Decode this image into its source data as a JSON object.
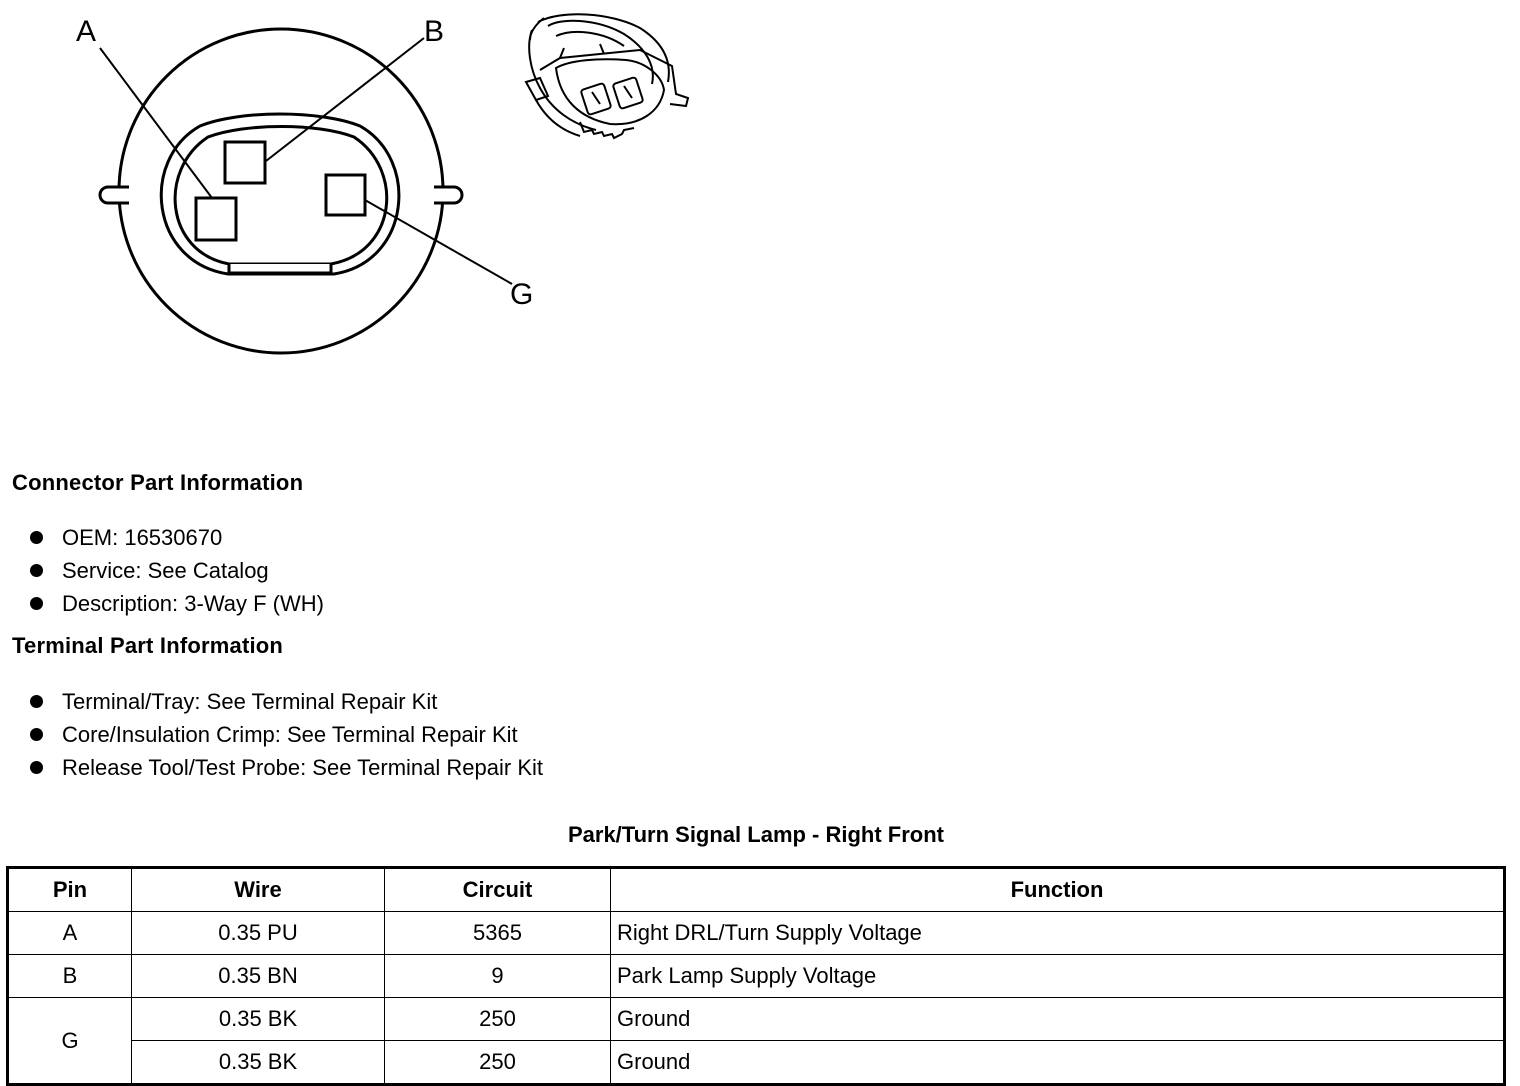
{
  "diagram": {
    "pin_labels": [
      "A",
      "B",
      "G"
    ]
  },
  "connector_info": {
    "heading": "Connector Part Information",
    "items": [
      "OEM: 16530670",
      "Service: See Catalog",
      "Description: 3-Way F (WH)"
    ]
  },
  "terminal_info": {
    "heading": "Terminal Part Information",
    "items": [
      "Terminal/Tray: See Terminal Repair Kit",
      "Core/Insulation Crimp: See Terminal Repair Kit",
      "Release Tool/Test Probe: See Terminal Repair Kit"
    ]
  },
  "pin_table": {
    "title": "Park/Turn Signal Lamp - Right Front",
    "headers": [
      "Pin",
      "Wire",
      "Circuit",
      "Function"
    ],
    "rows": [
      {
        "pin": "A",
        "wire": "0.35 PU",
        "circuit": "5365",
        "function": "Right DRL/Turn Supply Voltage"
      },
      {
        "pin": "B",
        "wire": "0.35 BN",
        "circuit": "9",
        "function": "Park Lamp Supply Voltage"
      },
      {
        "pin": "G",
        "wire": "0.35 BK",
        "circuit": "250",
        "function": "Ground"
      },
      {
        "pin": "",
        "wire": "0.35 BK",
        "circuit": "250",
        "function": "Ground"
      }
    ]
  }
}
